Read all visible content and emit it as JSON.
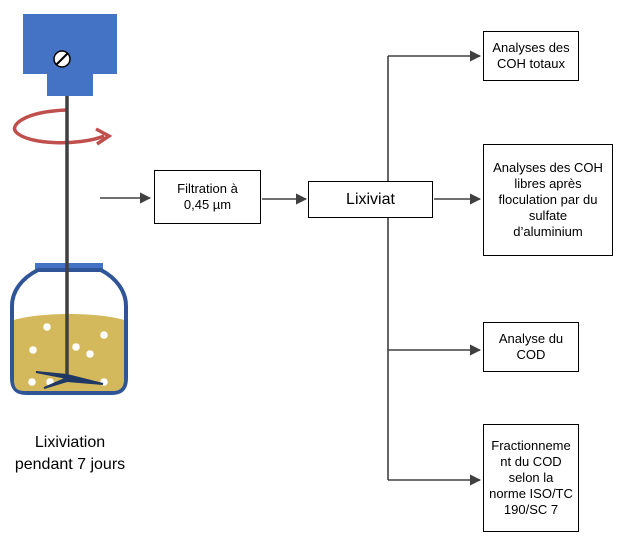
{
  "labels": {
    "leaching": "Lixiviation\npendant  7 jours",
    "filtration": "Filtration à\n0,45 µm",
    "leachate": "Lixiviat",
    "total_coh": "Analyses des\nCOH totaux",
    "free_coh": "Analyses des COH\nlibres après\nfloculation par du\nsulfate\nd’aluminium",
    "cod": "Analyse du\nCOD",
    "fraction": "Fractionneme\nnt du COD\nselon la\nnorme ISO/TC\n190/SC 7"
  },
  "colors": {
    "motor": "#4472c4",
    "rotation_arrow": "#c0504d",
    "liquid": "#d4b85c",
    "vessel_outline": "#2f5597",
    "stirrer": "#1f3864",
    "line": "#404040"
  },
  "icons": [
    "motor-icon",
    "rotation-arrow-icon",
    "reactor-vessel-icon"
  ]
}
